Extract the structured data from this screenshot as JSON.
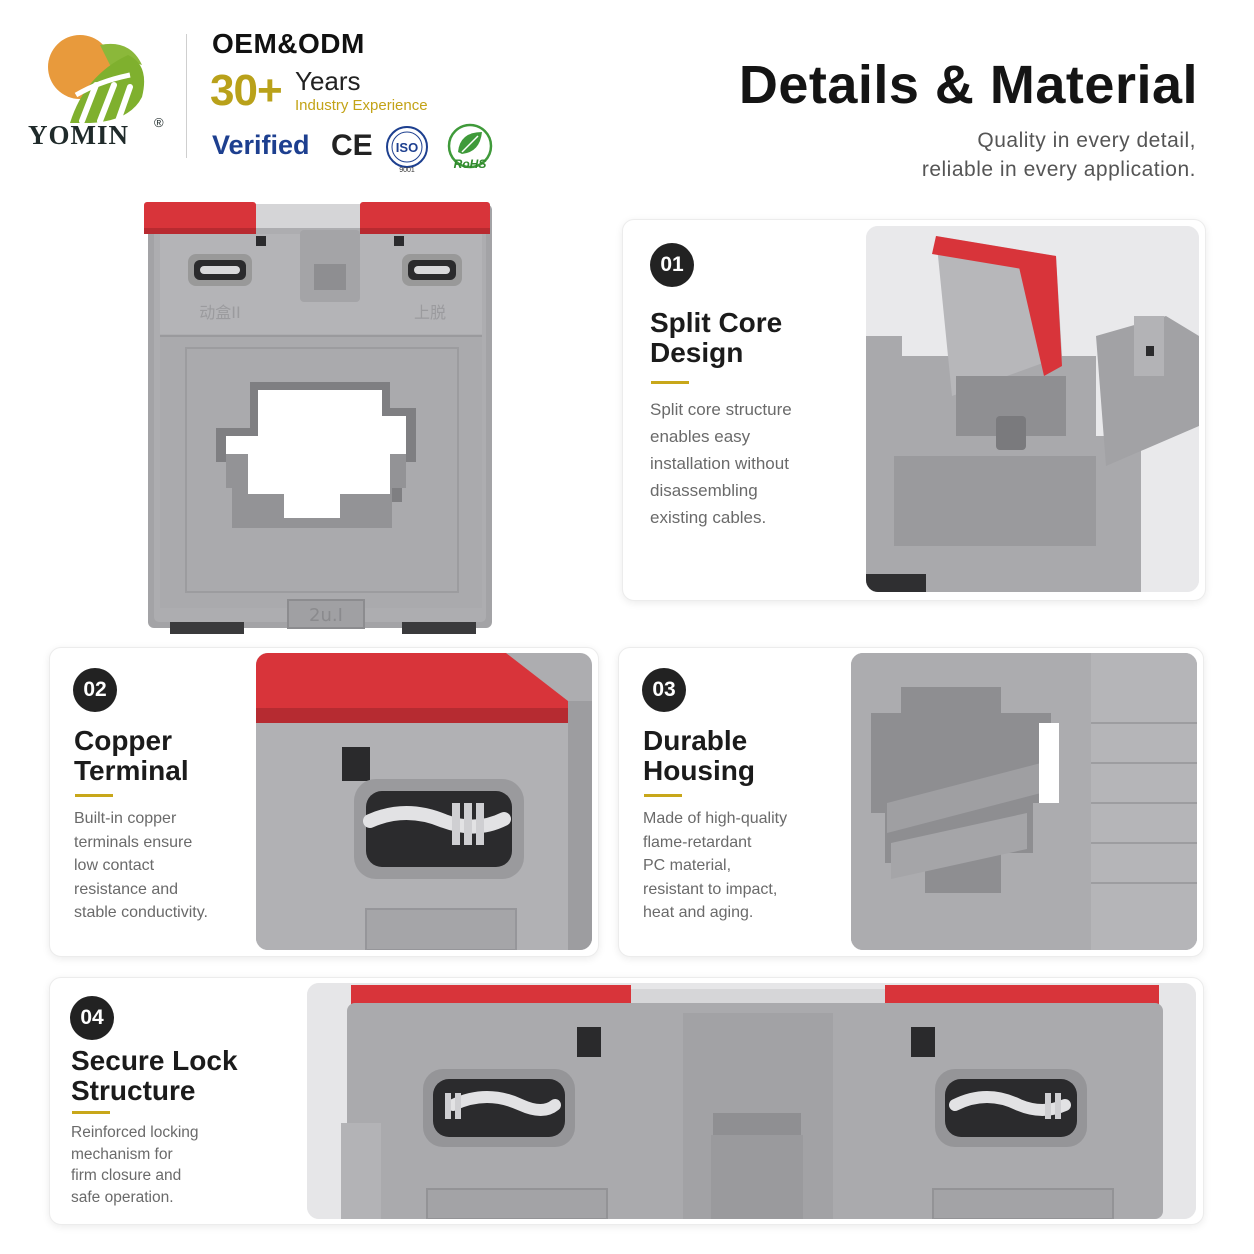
{
  "brand": {
    "name": "YOMIN",
    "registered": "®",
    "oem": "OEM&ODM",
    "years_number": "30+",
    "years_label": "Years",
    "industry_label": "Industry Experience",
    "verified": "Verified",
    "ce": "CE",
    "iso": "ISO",
    "iso_number": "9001",
    "rohs": "RoHS"
  },
  "header": {
    "title": "Details & Material",
    "subtitle_line1": "Quality in every detail,",
    "subtitle_line2": "reliable in every application."
  },
  "product": {
    "label_top_left": "动盒II",
    "label_top_right": "上脱",
    "label_bottom": "2u.I"
  },
  "features": [
    {
      "number": "01",
      "title_line1": "Split Core",
      "title_line2": "Design",
      "desc": [
        "Split core structure",
        "enables easy",
        "installation without",
        "disassembling",
        "existing cables."
      ]
    },
    {
      "number": "02",
      "title_line1": "Copper",
      "title_line2": "Terminal",
      "desc": [
        "Built-in copper",
        "terminals ensure",
        "low contact",
        "resistance and",
        "stable conductivity."
      ]
    },
    {
      "number": "03",
      "title_line1": "Durable",
      "title_line2": "Housing",
      "desc": [
        "Made of high-quality",
        "flame-retardant",
        "PC material,",
        "resistant to impact,",
        "heat and aging."
      ]
    },
    {
      "number": "04",
      "title_line1": "Secure Lock",
      "title_line2": "Structure",
      "desc": [
        "Reinforced locking",
        "mechanism for",
        "firm closure and",
        "safe operation."
      ]
    }
  ],
  "colors": {
    "accent_gold": "#c8a71a",
    "housing_gray": "#a9a9ab",
    "cap_red": "#d8343a",
    "badge_dark": "#222222",
    "verified_blue": "#1d3f8f"
  }
}
